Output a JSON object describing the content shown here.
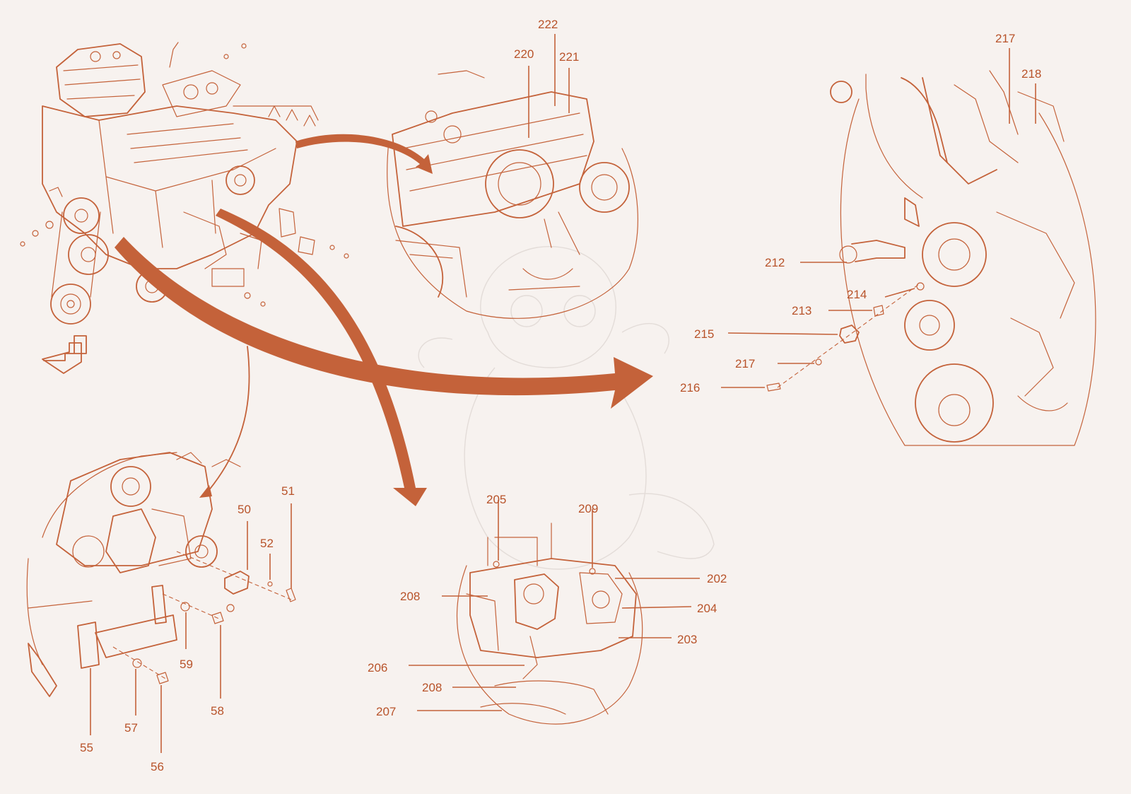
{
  "colors": {
    "background": "#f7f2ef",
    "ink": "#c4623a",
    "label": "#b8532a",
    "watermark": "#e3dcd8"
  },
  "views": {
    "top_detail": {
      "callouts": [
        {
          "id": "c222",
          "text": "222"
        },
        {
          "id": "c220",
          "text": "220"
        },
        {
          "id": "c221",
          "text": "221"
        }
      ]
    },
    "right_detail": {
      "callouts": [
        {
          "id": "c217a",
          "text": "217"
        },
        {
          "id": "c218",
          "text": "218"
        },
        {
          "id": "c212",
          "text": "212"
        },
        {
          "id": "c214",
          "text": "214"
        },
        {
          "id": "c213",
          "text": "213"
        },
        {
          "id": "c215",
          "text": "215"
        },
        {
          "id": "c217b",
          "text": "217"
        },
        {
          "id": "c216",
          "text": "216"
        }
      ]
    },
    "lower_left_detail": {
      "callouts": [
        {
          "id": "c51",
          "text": "51"
        },
        {
          "id": "c50",
          "text": "50"
        },
        {
          "id": "c52",
          "text": "52"
        },
        {
          "id": "c59",
          "text": "59"
        },
        {
          "id": "c58",
          "text": "58"
        },
        {
          "id": "c55",
          "text": "55"
        },
        {
          "id": "c57",
          "text": "57"
        },
        {
          "id": "c56",
          "text": "56"
        }
      ]
    },
    "lower_center_detail": {
      "callouts": [
        {
          "id": "c205",
          "text": "205"
        },
        {
          "id": "c209",
          "text": "209"
        },
        {
          "id": "c202",
          "text": "202"
        },
        {
          "id": "c208a",
          "text": "208"
        },
        {
          "id": "c204",
          "text": "204"
        },
        {
          "id": "c203",
          "text": "203"
        },
        {
          "id": "c206",
          "text": "206"
        },
        {
          "id": "c208b",
          "text": "208"
        },
        {
          "id": "c207",
          "text": "207"
        }
      ]
    }
  },
  "icons": {
    "view_direction": "view-direction-arrow-icon",
    "flow": "flow-arrow-icon"
  }
}
